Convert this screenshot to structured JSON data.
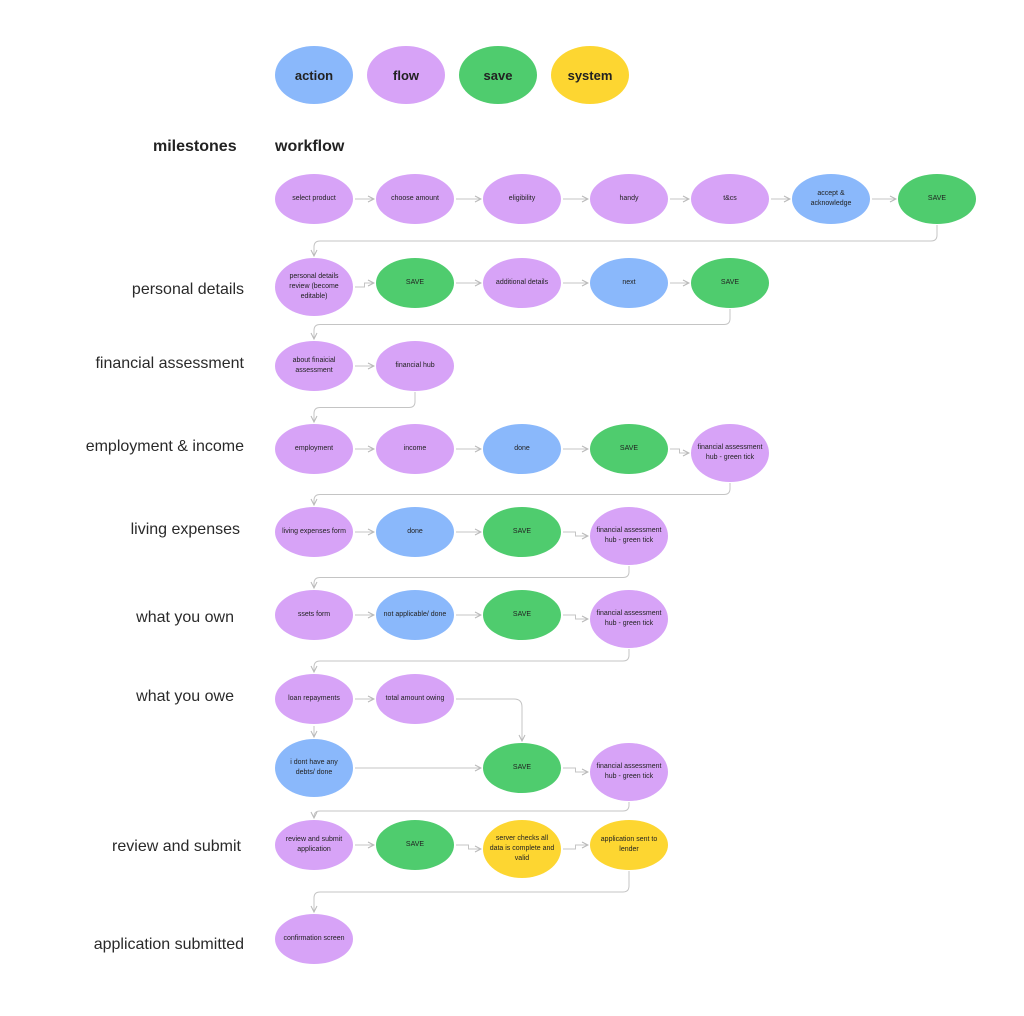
{
  "legend": [
    {
      "label": "action",
      "kind": "action"
    },
    {
      "label": "flow",
      "kind": "flow"
    },
    {
      "label": "save",
      "kind": "save"
    },
    {
      "label": "system",
      "kind": "system"
    }
  ],
  "headings": {
    "milestones": "milestones",
    "workflow": "workflow"
  },
  "colors": {
    "action": "#8ab8fb",
    "flow": "#d7a3f7",
    "save": "#4fcc6e",
    "system": "#fdd631",
    "connector": "#c4c4c4"
  },
  "milestones": [
    {
      "id": "m1",
      "label": "personal details"
    },
    {
      "id": "m2",
      "label": "financial assessment"
    },
    {
      "id": "m3",
      "label": "employment & income"
    },
    {
      "id": "m4",
      "label": "living expenses"
    },
    {
      "id": "m5",
      "label": "what you own"
    },
    {
      "id": "m6",
      "label": "what you owe"
    },
    {
      "id": "m7",
      "label": "review and submit"
    },
    {
      "id": "m8",
      "label": "application submitted"
    }
  ],
  "nodes": [
    {
      "id": "n1",
      "text": "select product",
      "kind": "flow"
    },
    {
      "id": "n2",
      "text": "choose amount",
      "kind": "flow"
    },
    {
      "id": "n3",
      "text": "eligibility",
      "kind": "flow"
    },
    {
      "id": "n4",
      "text": "handy",
      "kind": "flow"
    },
    {
      "id": "n5",
      "text": "t&cs",
      "kind": "flow"
    },
    {
      "id": "n6",
      "text": "accept & acknowledge",
      "kind": "action"
    },
    {
      "id": "n7",
      "text": "SAVE",
      "kind": "save"
    },
    {
      "id": "n8",
      "text": "personal details review (become editable)",
      "kind": "flow"
    },
    {
      "id": "n9",
      "text": "SAVE",
      "kind": "save"
    },
    {
      "id": "n10",
      "text": "additional details",
      "kind": "flow"
    },
    {
      "id": "n11",
      "text": "next",
      "kind": "action"
    },
    {
      "id": "n12",
      "text": "SAVE",
      "kind": "save"
    },
    {
      "id": "n13",
      "text": "about finaicial assessment",
      "kind": "flow"
    },
    {
      "id": "n14",
      "text": "financial hub",
      "kind": "flow"
    },
    {
      "id": "n15",
      "text": "employment",
      "kind": "flow"
    },
    {
      "id": "n16",
      "text": "income",
      "kind": "flow"
    },
    {
      "id": "n17",
      "text": "done",
      "kind": "action"
    },
    {
      "id": "n18",
      "text": "SAVE",
      "kind": "save"
    },
    {
      "id": "n19",
      "text": "financial assessment hub - green tick",
      "kind": "flow"
    },
    {
      "id": "n20",
      "text": "living expenses form",
      "kind": "flow"
    },
    {
      "id": "n21",
      "text": "done",
      "kind": "action"
    },
    {
      "id": "n22",
      "text": "SAVE",
      "kind": "save"
    },
    {
      "id": "n23",
      "text": "financial assessment hub - green tick",
      "kind": "flow"
    },
    {
      "id": "n24",
      "text": "ssets form",
      "kind": "flow"
    },
    {
      "id": "n25",
      "text": "not applicable/ done",
      "kind": "action"
    },
    {
      "id": "n26",
      "text": "SAVE",
      "kind": "save"
    },
    {
      "id": "n27",
      "text": "financial assessment hub - green tick",
      "kind": "flow"
    },
    {
      "id": "n28",
      "text": "loan repayments",
      "kind": "flow"
    },
    {
      "id": "n29",
      "text": "total amount owing",
      "kind": "flow"
    },
    {
      "id": "n30",
      "text": "i dont have any debts/ done",
      "kind": "action"
    },
    {
      "id": "n31",
      "text": "SAVE",
      "kind": "save"
    },
    {
      "id": "n32",
      "text": "financial assessment hub - green tick",
      "kind": "flow"
    },
    {
      "id": "n33",
      "text": "review and submit application",
      "kind": "flow"
    },
    {
      "id": "n34",
      "text": "SAVE",
      "kind": "save"
    },
    {
      "id": "n35",
      "text": "server checks all data is complete and valid",
      "kind": "system"
    },
    {
      "id": "n36",
      "text": "application sent to lender",
      "kind": "system"
    },
    {
      "id": "n37",
      "text": "confirmation screen",
      "kind": "flow"
    }
  ],
  "edges": [
    [
      "n1",
      "n2"
    ],
    [
      "n2",
      "n3"
    ],
    [
      "n3",
      "n4"
    ],
    [
      "n4",
      "n5"
    ],
    [
      "n5",
      "n6"
    ],
    [
      "n6",
      "n7"
    ],
    [
      "n7",
      "n8"
    ],
    [
      "n8",
      "n9"
    ],
    [
      "n9",
      "n10"
    ],
    [
      "n10",
      "n11"
    ],
    [
      "n11",
      "n12"
    ],
    [
      "n12",
      "n13"
    ],
    [
      "n13",
      "n14"
    ],
    [
      "n14",
      "n15"
    ],
    [
      "n15",
      "n16"
    ],
    [
      "n16",
      "n17"
    ],
    [
      "n17",
      "n18"
    ],
    [
      "n18",
      "n19"
    ],
    [
      "n19",
      "n20"
    ],
    [
      "n20",
      "n21"
    ],
    [
      "n21",
      "n22"
    ],
    [
      "n22",
      "n23"
    ],
    [
      "n23",
      "n24"
    ],
    [
      "n24",
      "n25"
    ],
    [
      "n25",
      "n26"
    ],
    [
      "n26",
      "n27"
    ],
    [
      "n27",
      "n28"
    ],
    [
      "n28",
      "n29"
    ],
    [
      "n29",
      "n31"
    ],
    [
      "n28",
      "n30"
    ],
    [
      "n30",
      "n31"
    ],
    [
      "n31",
      "n32"
    ],
    [
      "n32",
      "n33"
    ],
    [
      "n33",
      "n34"
    ],
    [
      "n34",
      "n35"
    ],
    [
      "n35",
      "n36"
    ],
    [
      "n36",
      "n37"
    ]
  ]
}
